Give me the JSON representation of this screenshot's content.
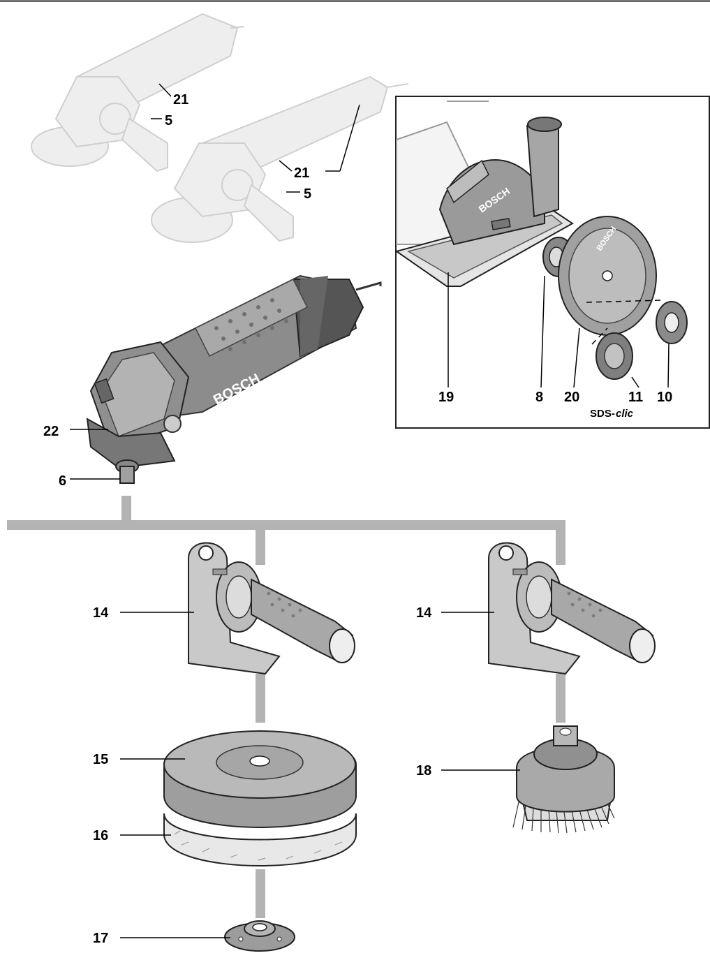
{
  "brand": "BOSCH",
  "blade_text": "BOSCH",
  "callouts": {
    "n21a": "21",
    "n5a": "5",
    "n21b": "21",
    "n5b": "5",
    "n22": "22",
    "n6": "6",
    "n19": "19",
    "n8": "8",
    "n20": "20",
    "n11": "11",
    "n10": "10",
    "n14a": "14",
    "n14b": "14",
    "n15": "15",
    "n16": "16",
    "n17": "17",
    "n18": "18"
  },
  "system_label": {
    "prefix": "SDS-",
    "suffix": "clic"
  }
}
